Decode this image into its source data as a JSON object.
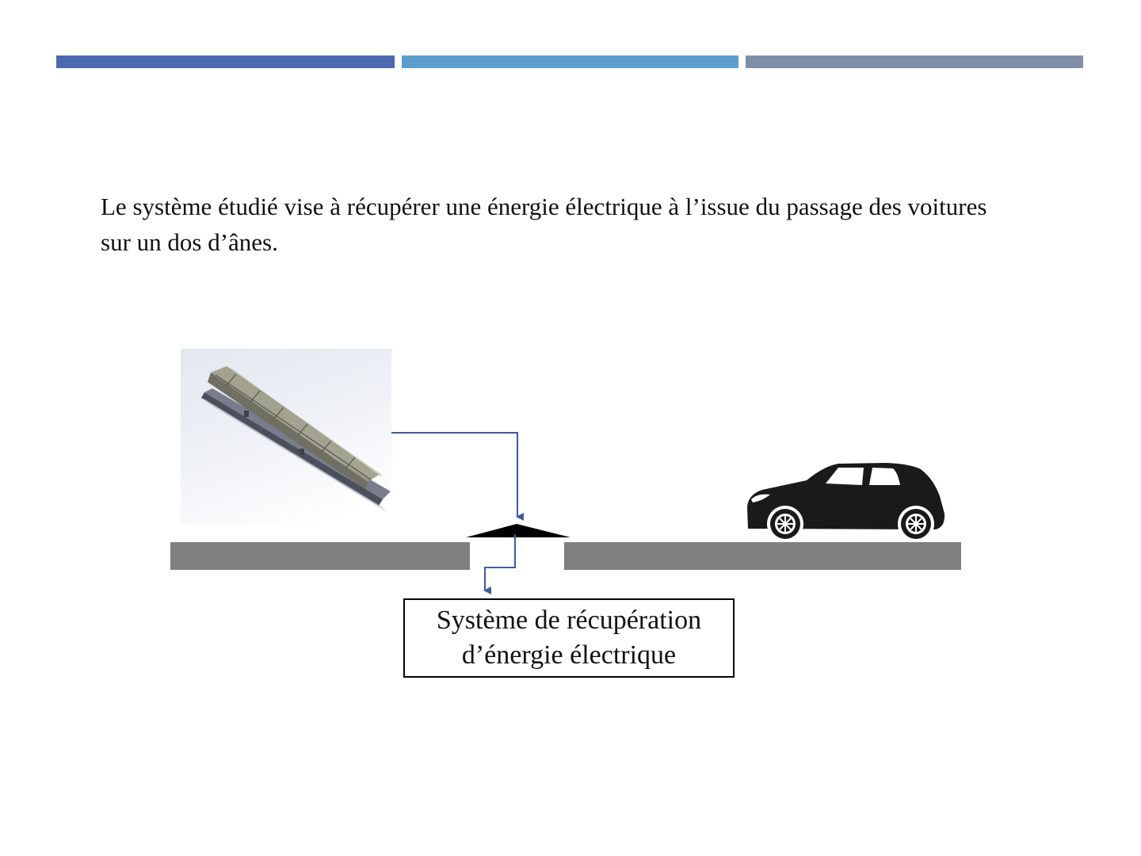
{
  "header": {
    "bar_colors": [
      "#4a69b0",
      "#5b9dcf",
      "#7f8fa8"
    ]
  },
  "intro": {
    "text": "Le système étudié vise à récupérer une énergie électrique à l’issue du passage des voitures sur un dos d’ânes."
  },
  "diagram": {
    "box_label_line1": "Système de récupération",
    "box_label_line2": "d’énergie électrique",
    "colors": {
      "arrow": "#3d5c9e",
      "road": "#808080",
      "speed_bump": "#000000",
      "car": "#1a1a1a"
    },
    "icons": [
      "speed-bump-3d-render",
      "car-icon",
      "speed-bump-icon"
    ]
  }
}
